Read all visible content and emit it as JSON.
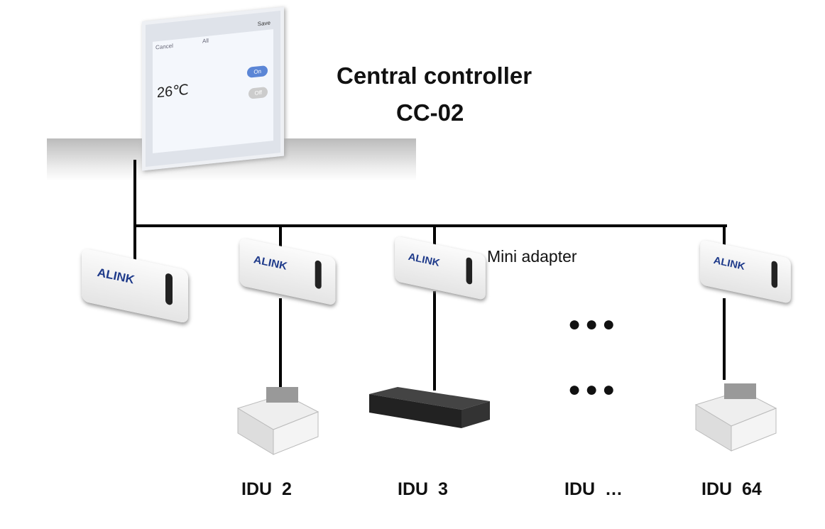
{
  "controller": {
    "title": "Central controller",
    "model": "CC-02",
    "screen": {
      "cancel": "Cancel",
      "all": "All",
      "save": "Save",
      "temperature": "26℃",
      "on": "On",
      "off": "Off"
    }
  },
  "adapter_label": "Mini adapter",
  "adapter_logo": "ALINK",
  "idus": [
    {
      "label": "IDU  2"
    },
    {
      "label": "IDU  3"
    },
    {
      "label": "IDU  …"
    },
    {
      "label": "IDU  64"
    }
  ],
  "ellipsis": "●●●"
}
